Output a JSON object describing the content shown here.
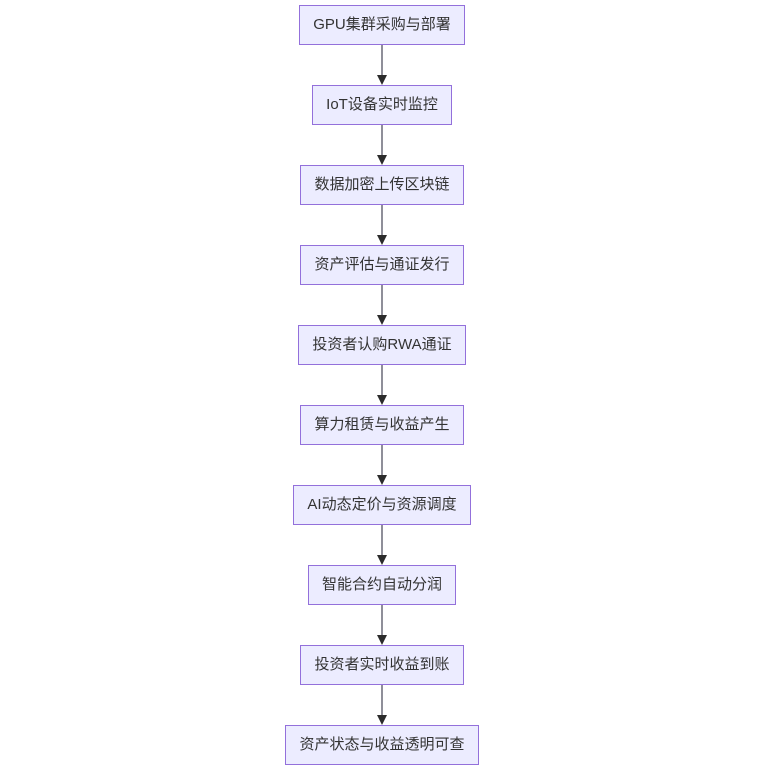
{
  "diagram": {
    "type": "flowchart",
    "direction": "top-down",
    "colors": {
      "node_fill": "#ECECFF",
      "node_border": "#9370DB",
      "node_text": "#333333",
      "edge_line": "#8f8f99",
      "arrowhead": "#2b2b2b",
      "background": "#ffffff"
    },
    "nodes": [
      {
        "label": "GPU集群采购与部署"
      },
      {
        "label": "IoT设备实时监控"
      },
      {
        "label": "数据加密上传区块链"
      },
      {
        "label": "资产评估与通证发行"
      },
      {
        "label": "投资者认购RWA通证"
      },
      {
        "label": "算力租赁与收益产生"
      },
      {
        "label": "AI动态定价与资源调度"
      },
      {
        "label": "智能合约自动分润"
      },
      {
        "label": "投资者实时收益到账"
      },
      {
        "label": "资产状态与收益透明可查"
      }
    ],
    "edges": [
      {
        "from": 0,
        "to": 1
      },
      {
        "from": 1,
        "to": 2
      },
      {
        "from": 2,
        "to": 3
      },
      {
        "from": 3,
        "to": 4
      },
      {
        "from": 4,
        "to": 5
      },
      {
        "from": 5,
        "to": 6
      },
      {
        "from": 6,
        "to": 7
      },
      {
        "from": 7,
        "to": 8
      },
      {
        "from": 8,
        "to": 9
      }
    ]
  }
}
